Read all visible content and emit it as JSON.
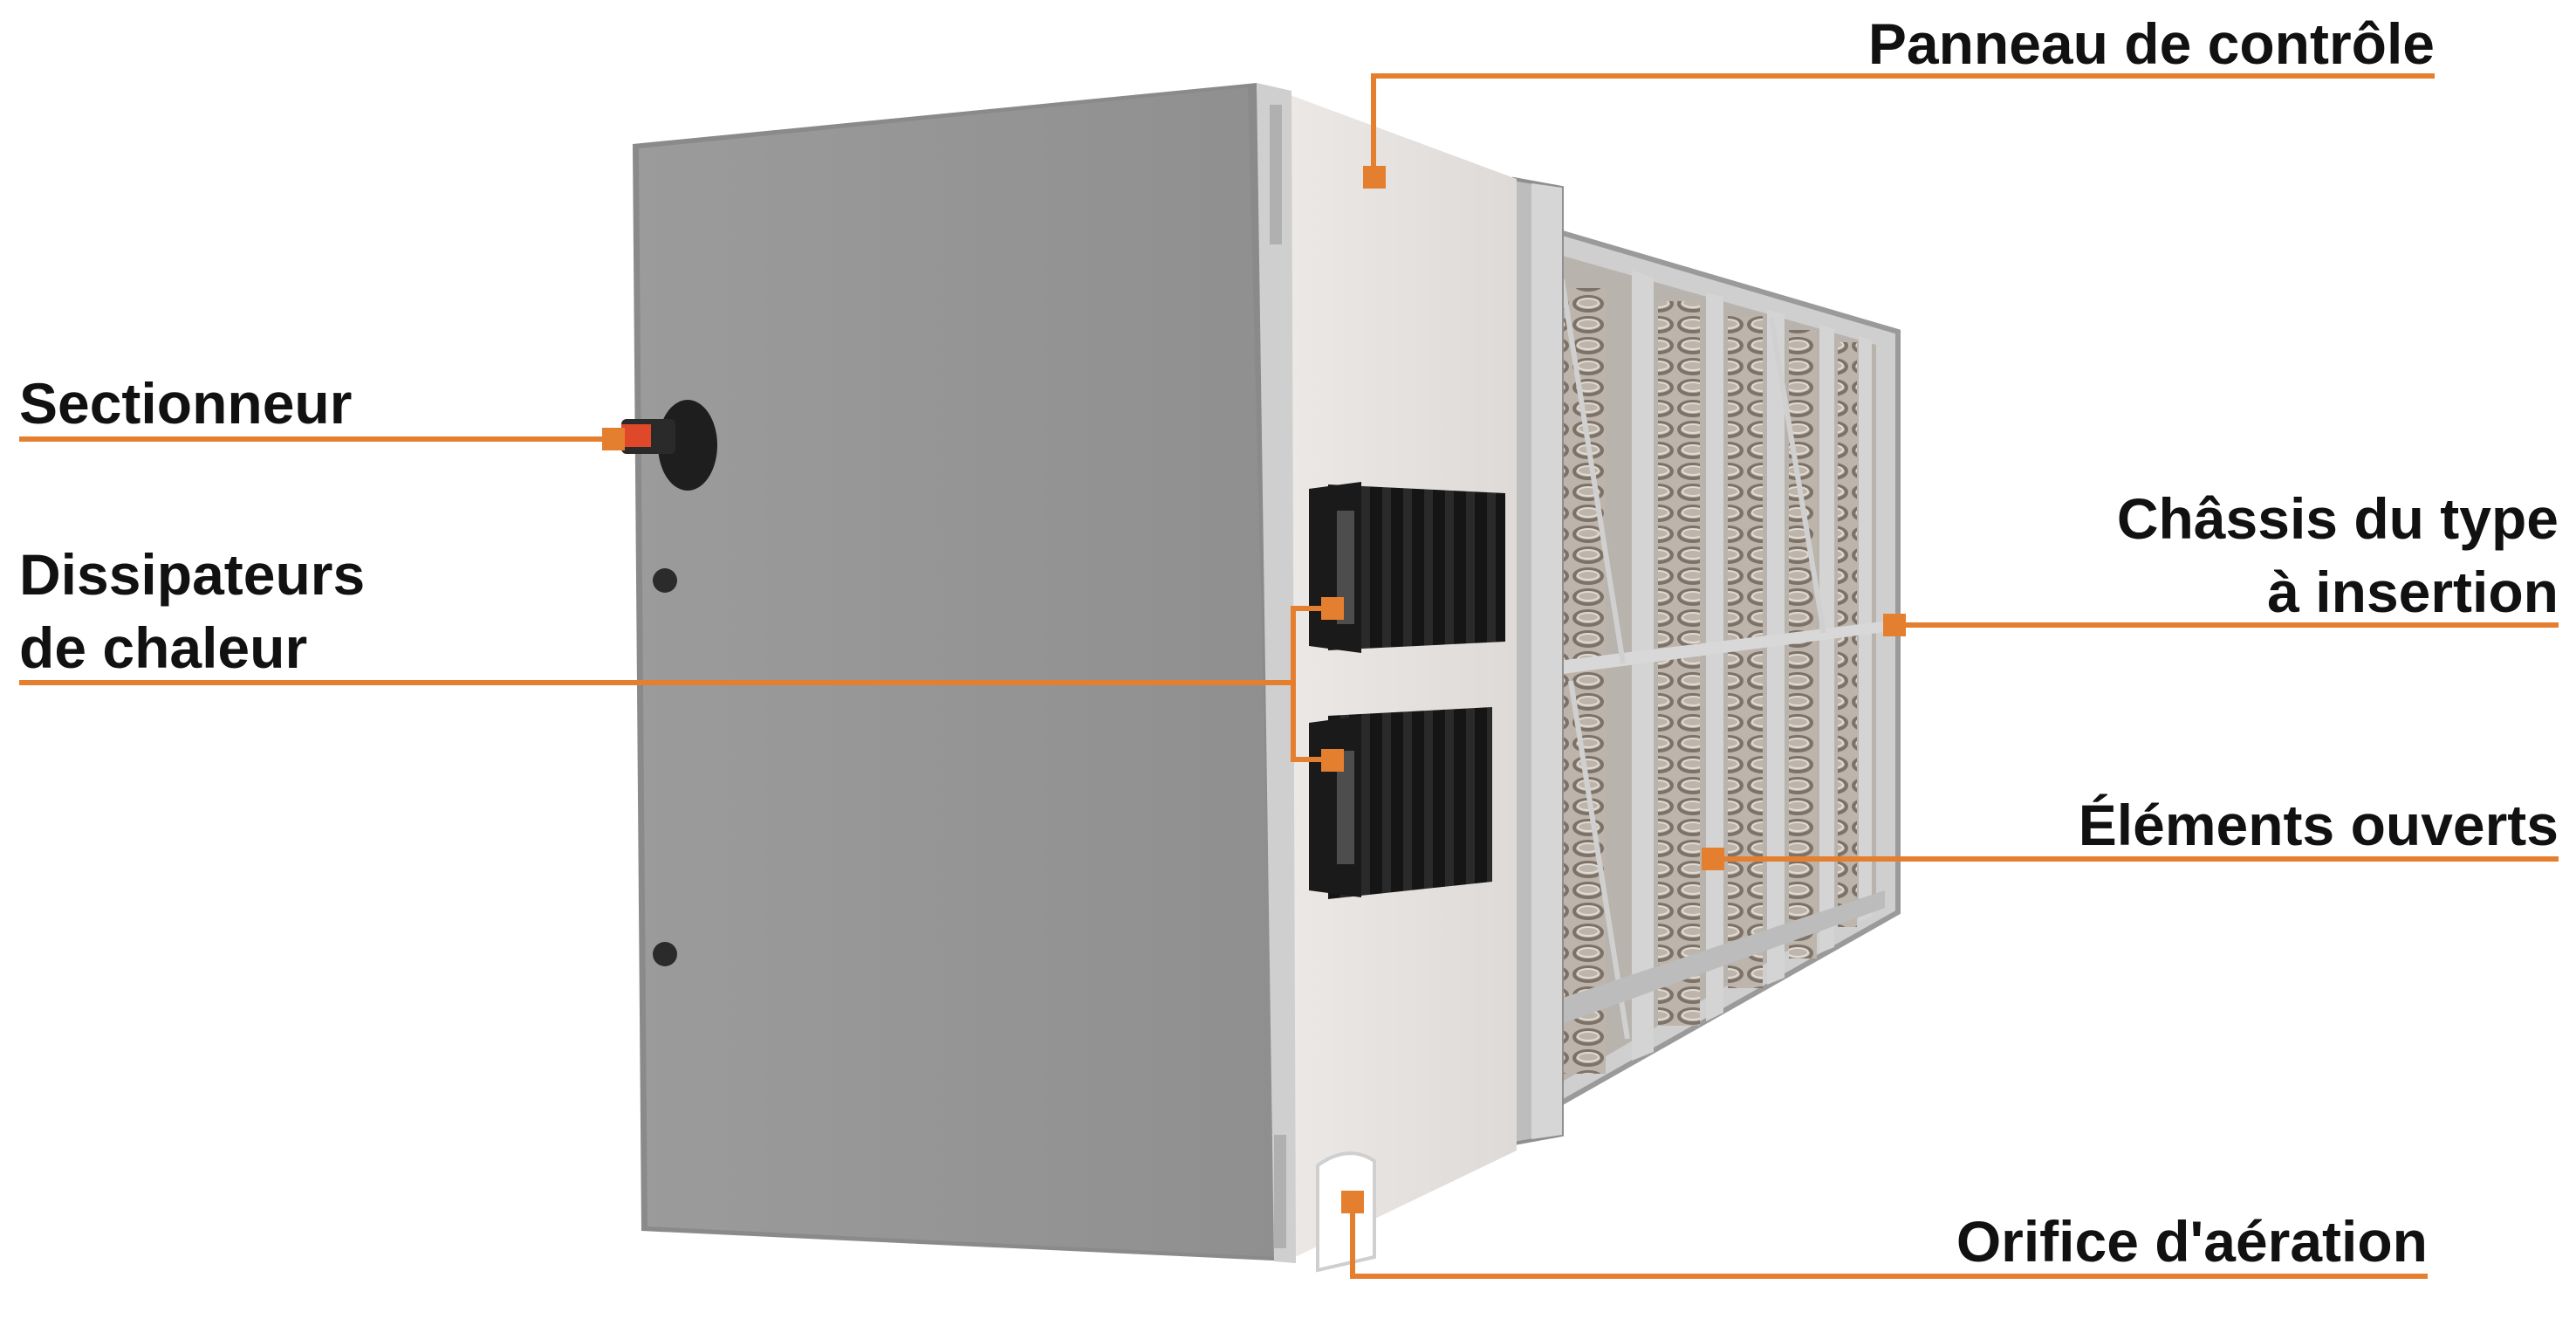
{
  "colors": {
    "accent": "#e57f30",
    "text": "#111111",
    "cabinet": "#979797",
    "panel": "#e6e3e1",
    "heatsink": "#111111"
  },
  "labels": {
    "control_panel": "Panneau de contrôle",
    "disconnect": "Sectionneur",
    "heat_sinks_line1": "Dissipateurs",
    "heat_sinks_line2": "de chaleur",
    "frame_line1": "Châssis du type",
    "frame_line2": "à insertion",
    "open_elements": "Éléments ouverts",
    "vent": "Orifice d'aération"
  }
}
